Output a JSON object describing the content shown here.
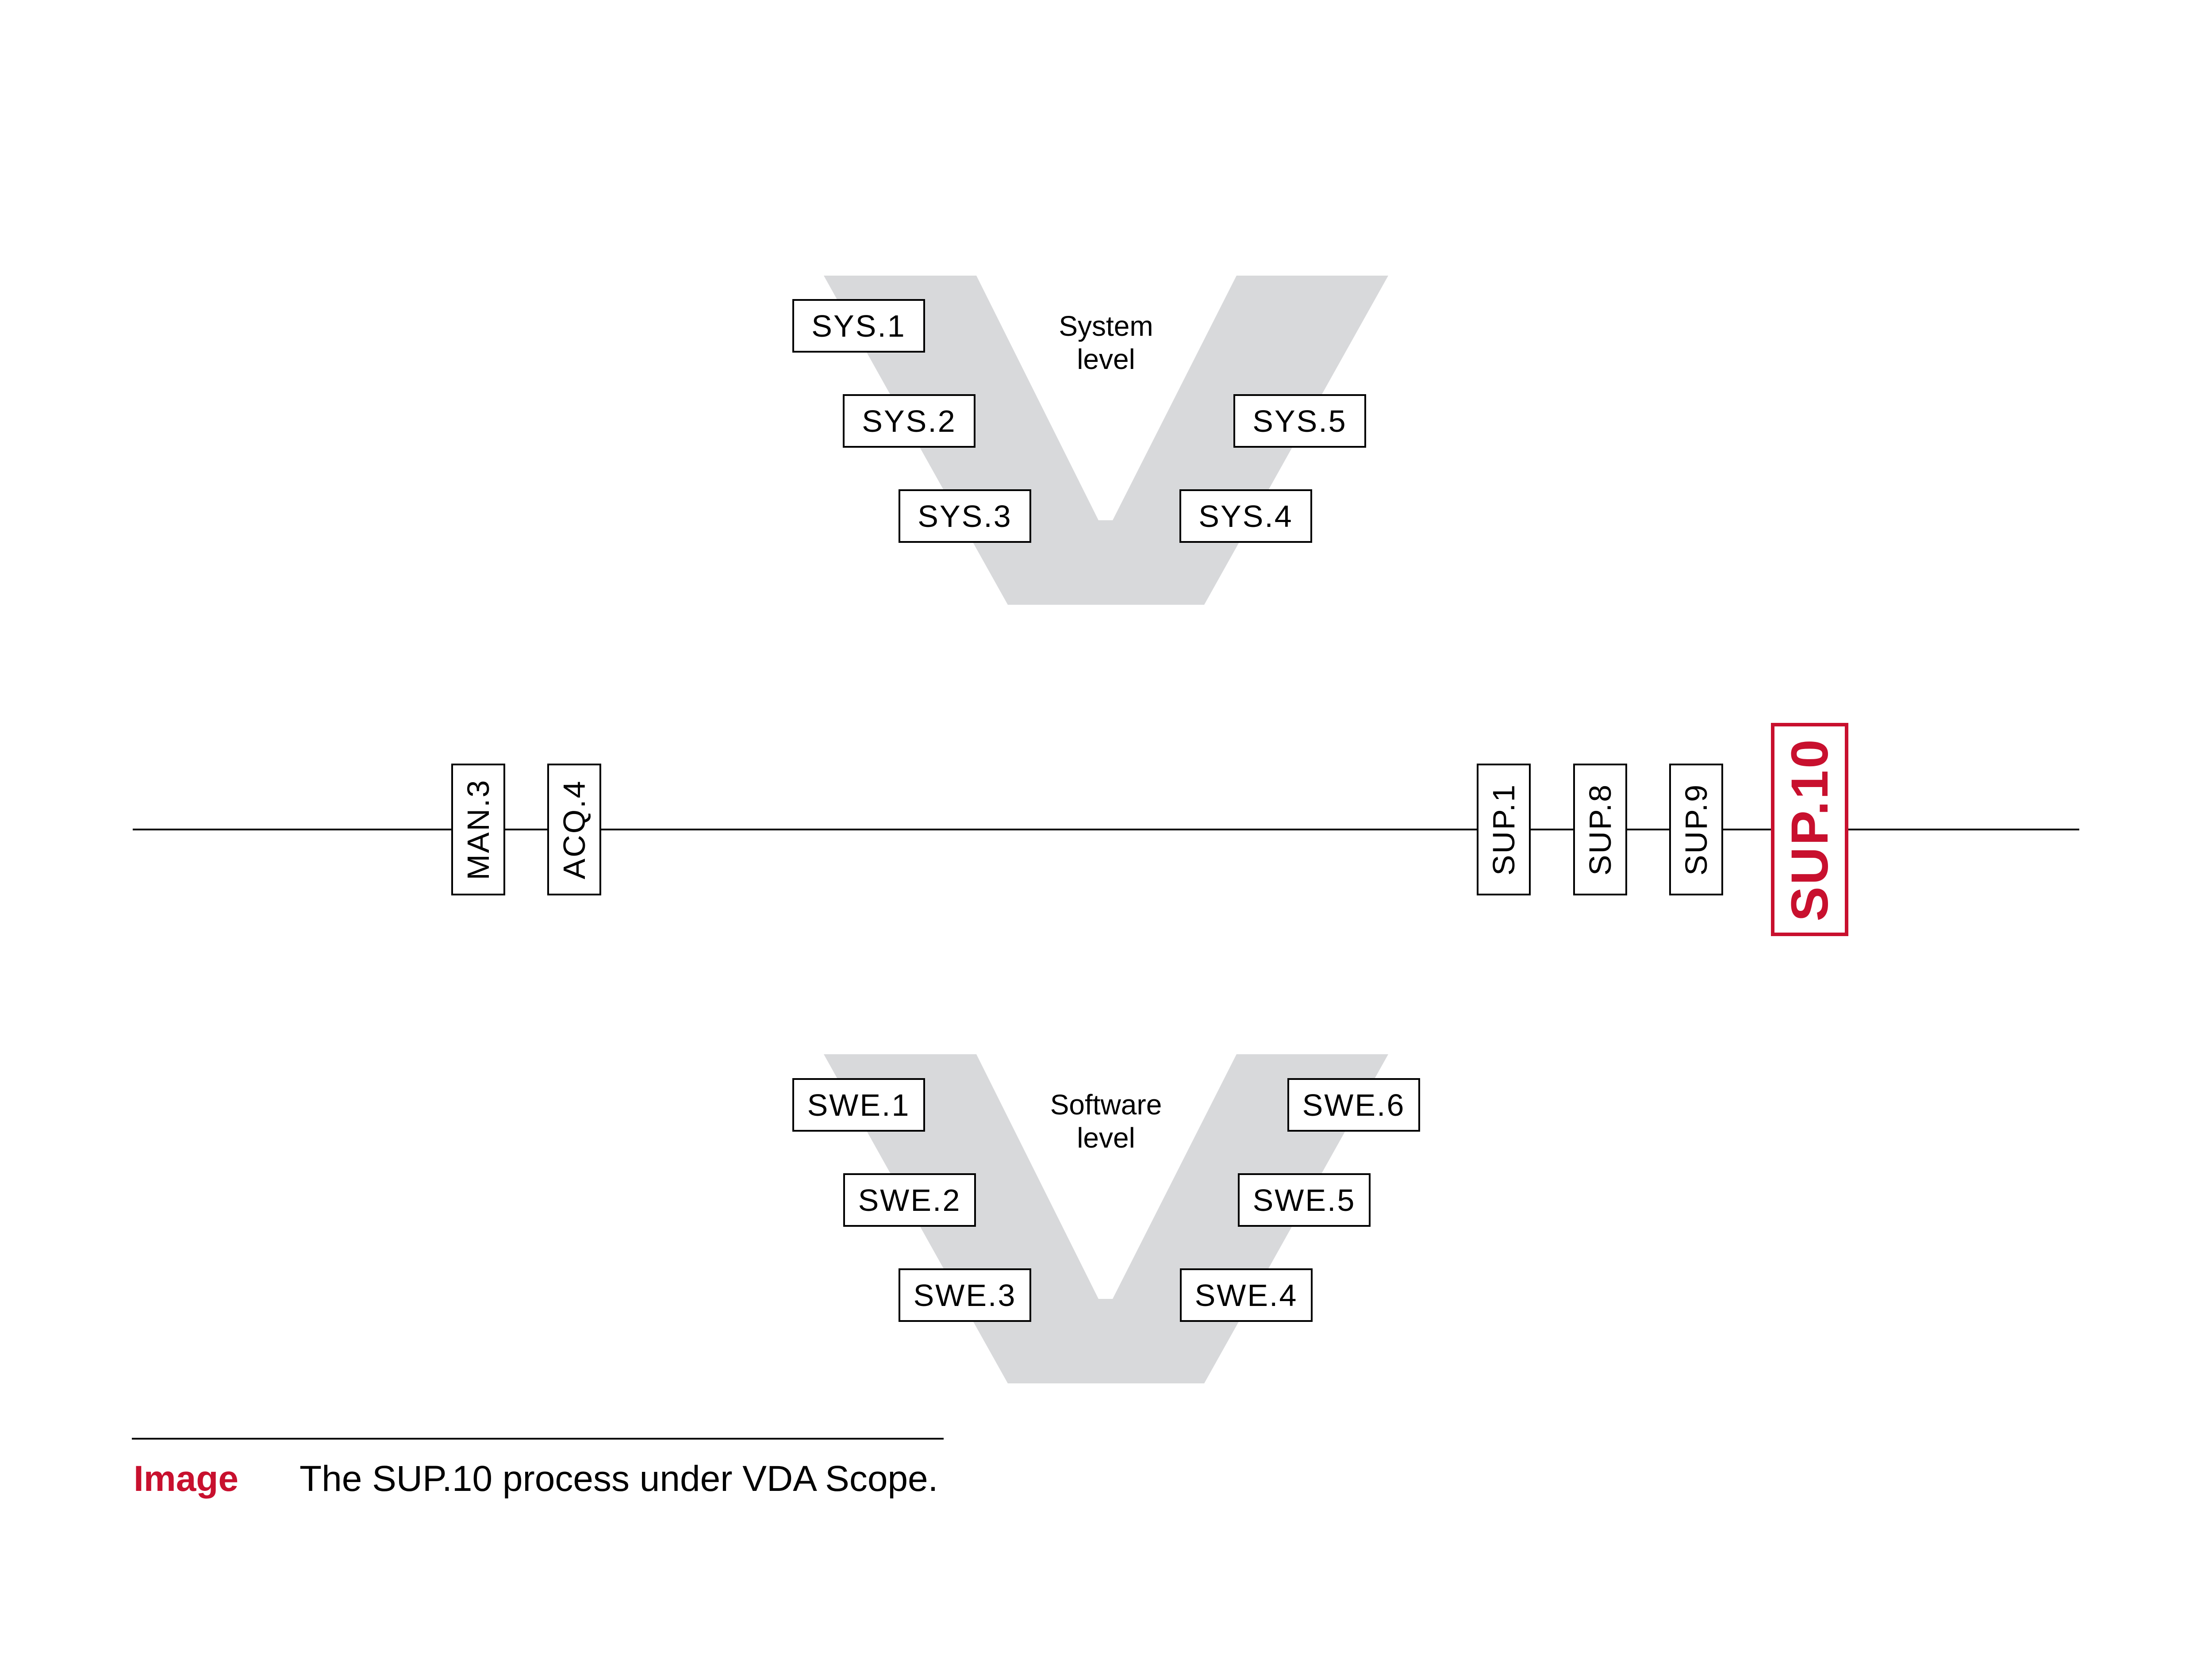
{
  "colors": {
    "accent": "#C8102E",
    "v_shape": "#D8D9DB",
    "text": "#000000",
    "background": "#FFFFFF"
  },
  "system_level": {
    "label_line1": "System",
    "label_line2": "level",
    "processes": [
      "SYS.1",
      "SYS.2",
      "SYS.3",
      "SYS.4",
      "SYS.5"
    ]
  },
  "software_level": {
    "label_line1": "Software",
    "label_line2": "level",
    "processes": [
      "SWE.1",
      "SWE.2",
      "SWE.3",
      "SWE.4",
      "SWE.5",
      "SWE.6"
    ]
  },
  "timeline": {
    "processes": [
      "MAN.3",
      "ACQ.4",
      "SUP.1",
      "SUP.8",
      "SUP.9"
    ],
    "highlighted": "SUP.10"
  },
  "caption": {
    "label": "Image",
    "text": "The SUP.10 process under VDA Scope."
  }
}
